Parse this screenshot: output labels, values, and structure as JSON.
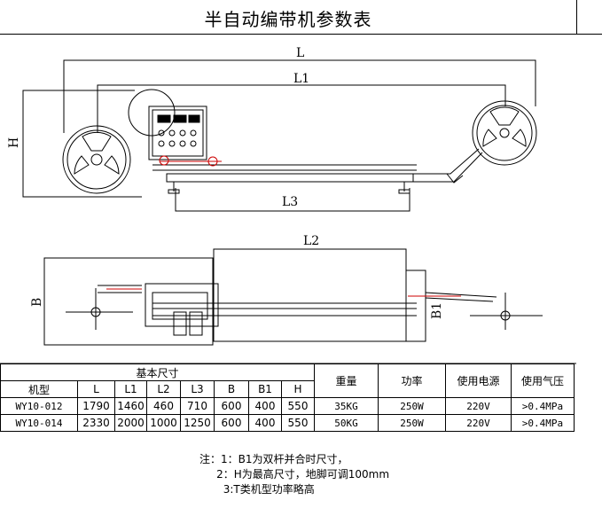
{
  "title": "半自动编带机参数表",
  "dimension_labels": {
    "L": "L",
    "L1": "L1",
    "L2": "L2",
    "L3": "L3",
    "H": "H",
    "B": "B",
    "B1": "B1"
  },
  "table": {
    "group_header": "基本尺寸",
    "model_header": "机型",
    "dim_headers": [
      "L",
      "L1",
      "L2",
      "L3",
      "B",
      "B1",
      "H"
    ],
    "extra_headers": [
      "重量",
      "功率",
      "使用电源",
      "使用气压"
    ],
    "rows": [
      {
        "model": "WY10-012",
        "dims": [
          "1790",
          "1460",
          "460",
          "710",
          "600",
          "400",
          "550"
        ],
        "weight": "35KG",
        "power": "250W",
        "voltage": "220V",
        "pressure": ">0.4MPa"
      },
      {
        "model": "WY10-014",
        "dims": [
          "2330",
          "2000",
          "1000",
          "1250",
          "600",
          "400",
          "550"
        ],
        "weight": "50KG",
        "power": "250W",
        "voltage": "220V",
        "pressure": ">0.4MPa"
      }
    ]
  },
  "notes": [
    "注：1：B1为双杆并合时尺寸，",
    "     2：H为最高尺寸，地脚可调100mm",
    "       3:T类机型功率略高"
  ],
  "colors": {
    "line": "#000000",
    "accent": "#cc0000"
  }
}
